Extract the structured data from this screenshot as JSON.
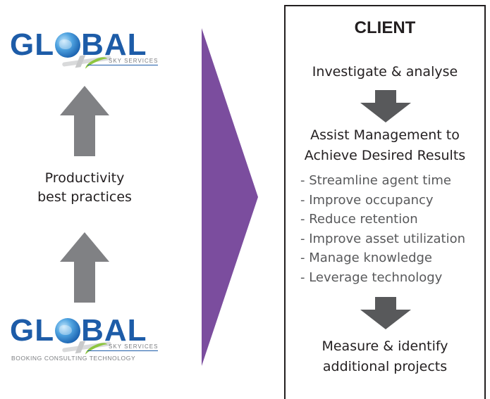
{
  "logo_top": {
    "word_before": "GL",
    "word_after": "BAL",
    "tagline": "SKY SERVICES",
    "globe_icon": "globe-icon"
  },
  "logo_bottom": {
    "word_before": "GL",
    "word_after": "BAL",
    "tagline": "SKY SERVICES",
    "subline": "BOOKING  CONSULTING  TECHNOLOGY",
    "globe_icon": "globe-icon"
  },
  "left": {
    "caption_line1": "Productivity",
    "caption_line2": "best practices"
  },
  "client": {
    "title": "CLIENT",
    "step1": "Investigate & analyse",
    "step2_line1": "Assist Management to",
    "step2_line2": "Achieve Desired Results",
    "bullets": [
      "- Streamline agent time",
      "- Improve occupancy",
      "- Reduce retention",
      "- Improve asset utilization",
      "- Manage knowledge",
      "- Leverage technology"
    ],
    "step3_line1": "Measure & identify",
    "step3_line2": "additional projects"
  },
  "colors": {
    "logo_blue": "#1d5ca8",
    "accent_green": "#8dc63f",
    "arrow_gray": "#808184",
    "down_arrow_gray": "#58595b",
    "chevron_purple": "#7b4d9e",
    "text_dark": "#231f20"
  }
}
